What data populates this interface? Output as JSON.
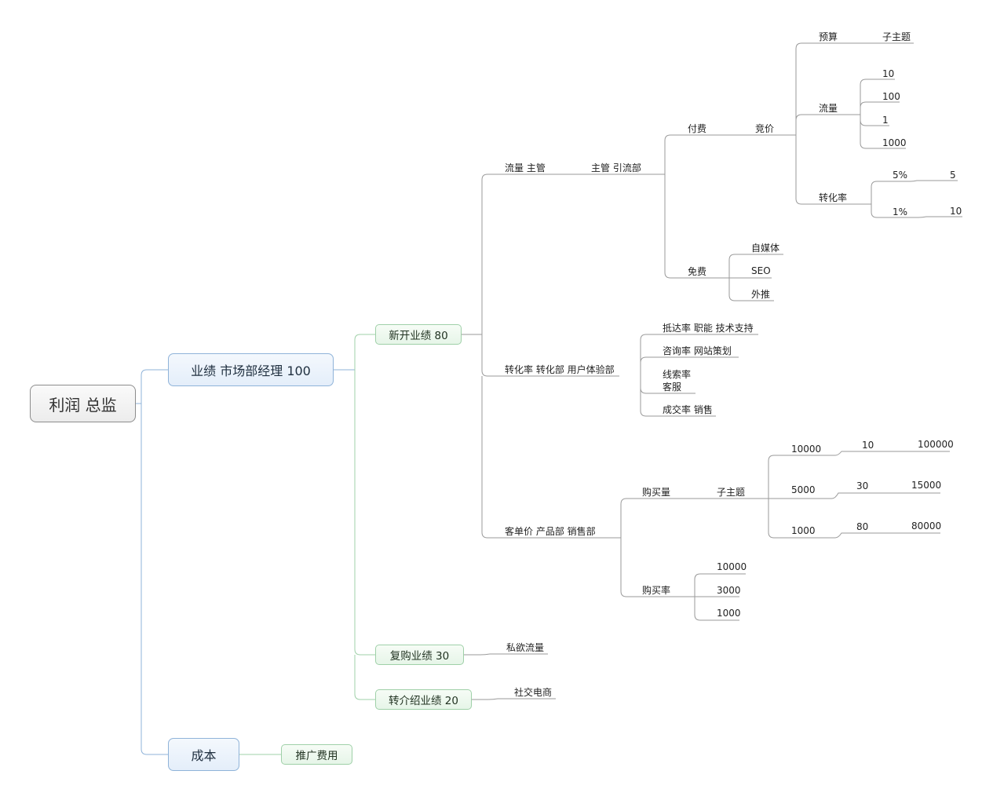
{
  "central": "利润 总监",
  "performance": {
    "label": "业绩 市场部经理 100",
    "new_business": {
      "label": "新开业绩 80",
      "traffic": {
        "label": "流量 主管",
        "owner": "主管 引流部",
        "paid": {
          "label": "付费",
          "bidding": "竞价",
          "budget": "预算",
          "subtopic": "子主题",
          "flow": {
            "label": "流量",
            "values": [
              "10",
              "100",
              "1",
              "1000"
            ]
          },
          "conversion": {
            "label": "转化率",
            "rows": [
              [
                "5%",
                "5"
              ],
              [
                "1%",
                "10"
              ]
            ]
          }
        },
        "free": {
          "label": "免费",
          "items": [
            "自媒体",
            "SEO",
            "外推"
          ]
        }
      },
      "conversion_rate": {
        "label": "转化率 转化部 用户体验部",
        "items": [
          "抵达率 职能 技术支持",
          "咨询率  网站策划",
          "线索率",
          "客服",
          "成交率 销售"
        ]
      },
      "avg_order": {
        "label": "客单价 产品部 销售部",
        "purchase_volume": {
          "label": "购买量",
          "subtopic": "子主题",
          "rows": [
            [
              "10000",
              "10",
              "100000"
            ],
            [
              "5000",
              "30",
              "15000"
            ],
            [
              "1000",
              "80",
              "80000"
            ]
          ]
        },
        "purchase_rate": {
          "label": "购买率",
          "values": [
            "10000",
            "3000",
            "1000"
          ]
        }
      }
    },
    "repurchase": {
      "label": "复购业绩 30",
      "child": "私欲流量"
    },
    "referral": {
      "label": "转介绍业绩 20",
      "child": "社交电商"
    }
  },
  "cost": {
    "label": "成本",
    "child": "推广费用"
  },
  "colors": {
    "main_line": "#8fb3d9",
    "sub_line": "#9fd0a8",
    "leaf_line": "#9a9a9a"
  }
}
